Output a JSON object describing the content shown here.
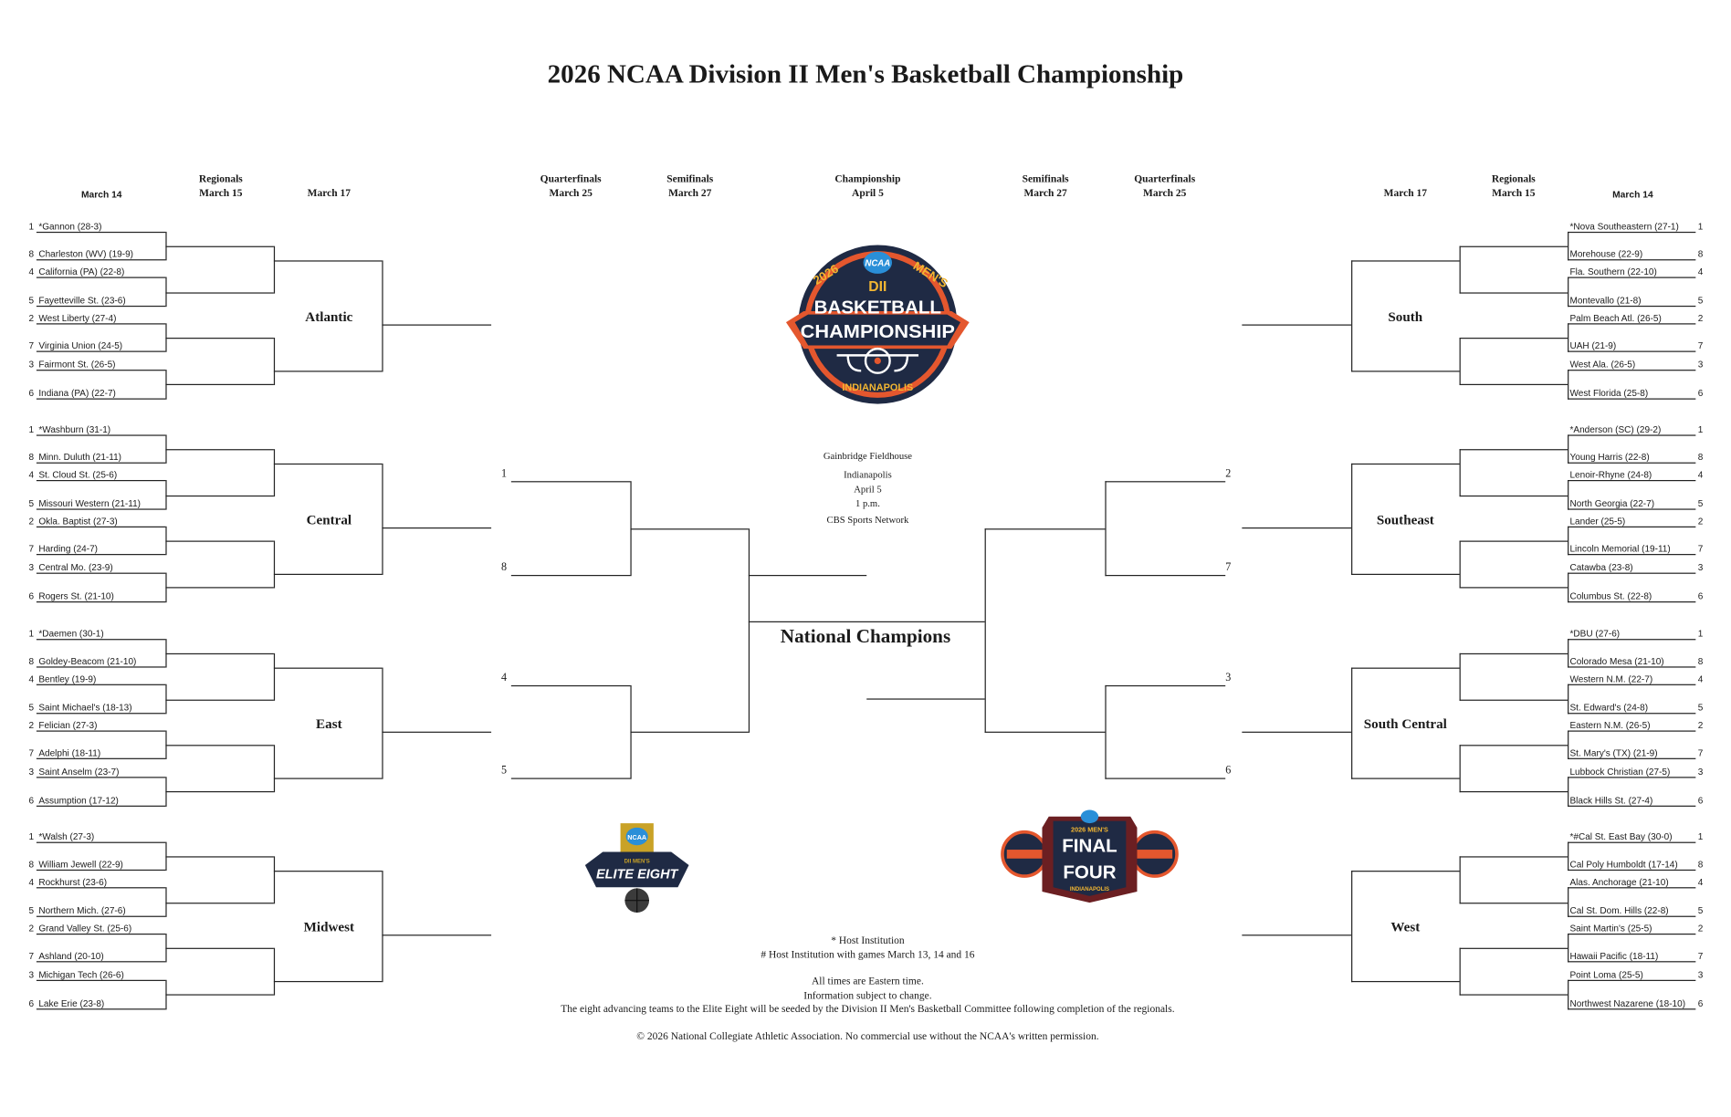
{
  "title": "2026 NCAA Division II Men's Basketball Championship",
  "headers": {
    "left": [
      {
        "l1": "",
        "l2": "March 14"
      },
      {
        "l1": "Regionals",
        "l2": "March 15"
      },
      {
        "l1": "",
        "l2": "March 17"
      },
      {
        "l1": "Quarterfinals",
        "l2": "March 25"
      },
      {
        "l1": "Semifinals",
        "l2": "March 27"
      }
    ],
    "center": {
      "l1": "Championship",
      "l2": "April 5"
    },
    "right": [
      {
        "l1": "Semifinals",
        "l2": "March 27"
      },
      {
        "l1": "Quarterfinals",
        "l2": "March 25"
      },
      {
        "l1": "",
        "l2": "March 17"
      },
      {
        "l1": "Regionals",
        "l2": "March 15"
      },
      {
        "l1": "",
        "l2": "March 14"
      }
    ]
  },
  "regions": {
    "left": [
      {
        "name": "Atlantic",
        "teams": [
          {
            "seed": "1",
            "name": "*Gannon (28-3)"
          },
          {
            "seed": "8",
            "name": "Charleston (WV) (19-9)"
          },
          {
            "seed": "4",
            "name": "California (PA) (22-8)"
          },
          {
            "seed": "5",
            "name": "Fayetteville St. (23-6)"
          },
          {
            "seed": "2",
            "name": "West Liberty (27-4)"
          },
          {
            "seed": "7",
            "name": "Virginia Union (24-5)"
          },
          {
            "seed": "3",
            "name": "Fairmont St. (26-5)"
          },
          {
            "seed": "6",
            "name": "Indiana (PA) (22-7)"
          }
        ]
      },
      {
        "name": "Central",
        "teams": [
          {
            "seed": "1",
            "name": "*Washburn (31-1)"
          },
          {
            "seed": "8",
            "name": "Minn. Duluth (21-11)"
          },
          {
            "seed": "4",
            "name": "St. Cloud St. (25-6)"
          },
          {
            "seed": "5",
            "name": "Missouri Western (21-11)"
          },
          {
            "seed": "2",
            "name": "Okla. Baptist (27-3)"
          },
          {
            "seed": "7",
            "name": "Harding (24-7)"
          },
          {
            "seed": "3",
            "name": "Central Mo. (23-9)"
          },
          {
            "seed": "6",
            "name": "Rogers St. (21-10)"
          }
        ]
      },
      {
        "name": "East",
        "teams": [
          {
            "seed": "1",
            "name": "*Daemen (30-1)"
          },
          {
            "seed": "8",
            "name": "Goldey-Beacom (21-10)"
          },
          {
            "seed": "4",
            "name": "Bentley (19-9)"
          },
          {
            "seed": "5",
            "name": "Saint Michael's (18-13)"
          },
          {
            "seed": "2",
            "name": "Felician (27-3)"
          },
          {
            "seed": "7",
            "name": "Adelphi (18-11)"
          },
          {
            "seed": "3",
            "name": "Saint Anselm (23-7)"
          },
          {
            "seed": "6",
            "name": "Assumption (17-12)"
          }
        ]
      },
      {
        "name": "Midwest",
        "teams": [
          {
            "seed": "1",
            "name": "*Walsh (27-3)"
          },
          {
            "seed": "8",
            "name": "William Jewell (22-9)"
          },
          {
            "seed": "4",
            "name": "Rockhurst (23-6)"
          },
          {
            "seed": "5",
            "name": "Northern Mich. (27-6)"
          },
          {
            "seed": "2",
            "name": "Grand Valley St. (25-6)"
          },
          {
            "seed": "7",
            "name": "Ashland (20-10)"
          },
          {
            "seed": "3",
            "name": "Michigan Tech (26-6)"
          },
          {
            "seed": "6",
            "name": "Lake Erie (23-8)"
          }
        ]
      }
    ],
    "right": [
      {
        "name": "South",
        "teams": [
          {
            "seed": "1",
            "name": "*Nova Southeastern (27-1)"
          },
          {
            "seed": "8",
            "name": "Morehouse (22-9)"
          },
          {
            "seed": "4",
            "name": "Fla. Southern (22-10)"
          },
          {
            "seed": "5",
            "name": "Montevallo (21-8)"
          },
          {
            "seed": "2",
            "name": "Palm Beach Atl. (26-5)"
          },
          {
            "seed": "7",
            "name": "UAH (21-9)"
          },
          {
            "seed": "3",
            "name": "West Ala. (26-5)"
          },
          {
            "seed": "6",
            "name": "West Florida (25-8)"
          }
        ]
      },
      {
        "name": "Southeast",
        "teams": [
          {
            "seed": "1",
            "name": "*Anderson (SC) (29-2)"
          },
          {
            "seed": "8",
            "name": "Young Harris (22-8)"
          },
          {
            "seed": "4",
            "name": "Lenoir-Rhyne (24-8)"
          },
          {
            "seed": "5",
            "name": "North Georgia (22-7)"
          },
          {
            "seed": "2",
            "name": "Lander (25-5)"
          },
          {
            "seed": "7",
            "name": "Lincoln Memorial (19-11)"
          },
          {
            "seed": "3",
            "name": "Catawba (23-8)"
          },
          {
            "seed": "6",
            "name": "Columbus St. (22-8)"
          }
        ]
      },
      {
        "name": "South Central",
        "teams": [
          {
            "seed": "1",
            "name": "*DBU (27-6)"
          },
          {
            "seed": "8",
            "name": "Colorado Mesa (21-10)"
          },
          {
            "seed": "4",
            "name": "Western N.M. (22-7)"
          },
          {
            "seed": "5",
            "name": "St. Edward's (24-8)"
          },
          {
            "seed": "2",
            "name": "Eastern N.M. (26-5)"
          },
          {
            "seed": "7",
            "name": "St. Mary's (TX) (21-9)"
          },
          {
            "seed": "3",
            "name": "Lubbock Christian (27-5)"
          },
          {
            "seed": "6",
            "name": "Black Hills St. (27-4)"
          }
        ]
      },
      {
        "name": "West",
        "teams": [
          {
            "seed": "1",
            "name": "*#Cal St. East Bay (30-0)"
          },
          {
            "seed": "8",
            "name": "Cal Poly Humboldt (17-14)"
          },
          {
            "seed": "4",
            "name": "Alas. Anchorage (21-10)"
          },
          {
            "seed": "5",
            "name": "Cal St. Dom. Hills (22-8)"
          },
          {
            "seed": "2",
            "name": "Saint Martin's (25-5)"
          },
          {
            "seed": "7",
            "name": "Hawaii Pacific (18-11)"
          },
          {
            "seed": "3",
            "name": "Point Loma (25-5)"
          },
          {
            "seed": "6",
            "name": "Northwest Nazarene (18-10)"
          }
        ]
      }
    ]
  },
  "quarterfinal_seeds": {
    "left": [
      "1",
      "8",
      "4",
      "5"
    ],
    "right": [
      "2",
      "7",
      "3",
      "6"
    ]
  },
  "national_champions": "National Champions",
  "venue": [
    "Gainbridge Fieldhouse",
    "Indianapolis",
    "April 5",
    "1 p.m.",
    "CBS Sports Network"
  ],
  "footer": [
    "* Host Institution",
    "# Host Institution with games March 13, 14 and 16",
    "All times are Eastern time.",
    "Information subject to change.",
    "The eight advancing teams to the Elite Eight will be seeded by the Division II Men's Basketball Committee following completion of the regionals.",
    "© 2026 National Collegiate Athletic Association. No commercial use without the NCAA's written permission."
  ],
  "logos": {
    "championship": {
      "ncaa": "NCAA",
      "year": "2026",
      "mens": "MEN'S",
      "division": "DII",
      "line1": "BASKETBALL",
      "line2": "CHAMPIONSHIP",
      "city": "INDIANAPOLIS"
    },
    "elite_eight": {
      "ncaa": "NCAA",
      "sub": "DII MEN'S",
      "main": "ELITE EIGHT"
    },
    "final_four": {
      "top": "2026 MEN'S",
      "line1": "FINAL",
      "line2": "FOUR",
      "city": "INDIANAPOLIS"
    }
  },
  "colors": {
    "navy": "#1f2a44",
    "orange": "#e4572e",
    "gold": "#f2b632",
    "ncaa_blue": "#2a8fd8"
  }
}
